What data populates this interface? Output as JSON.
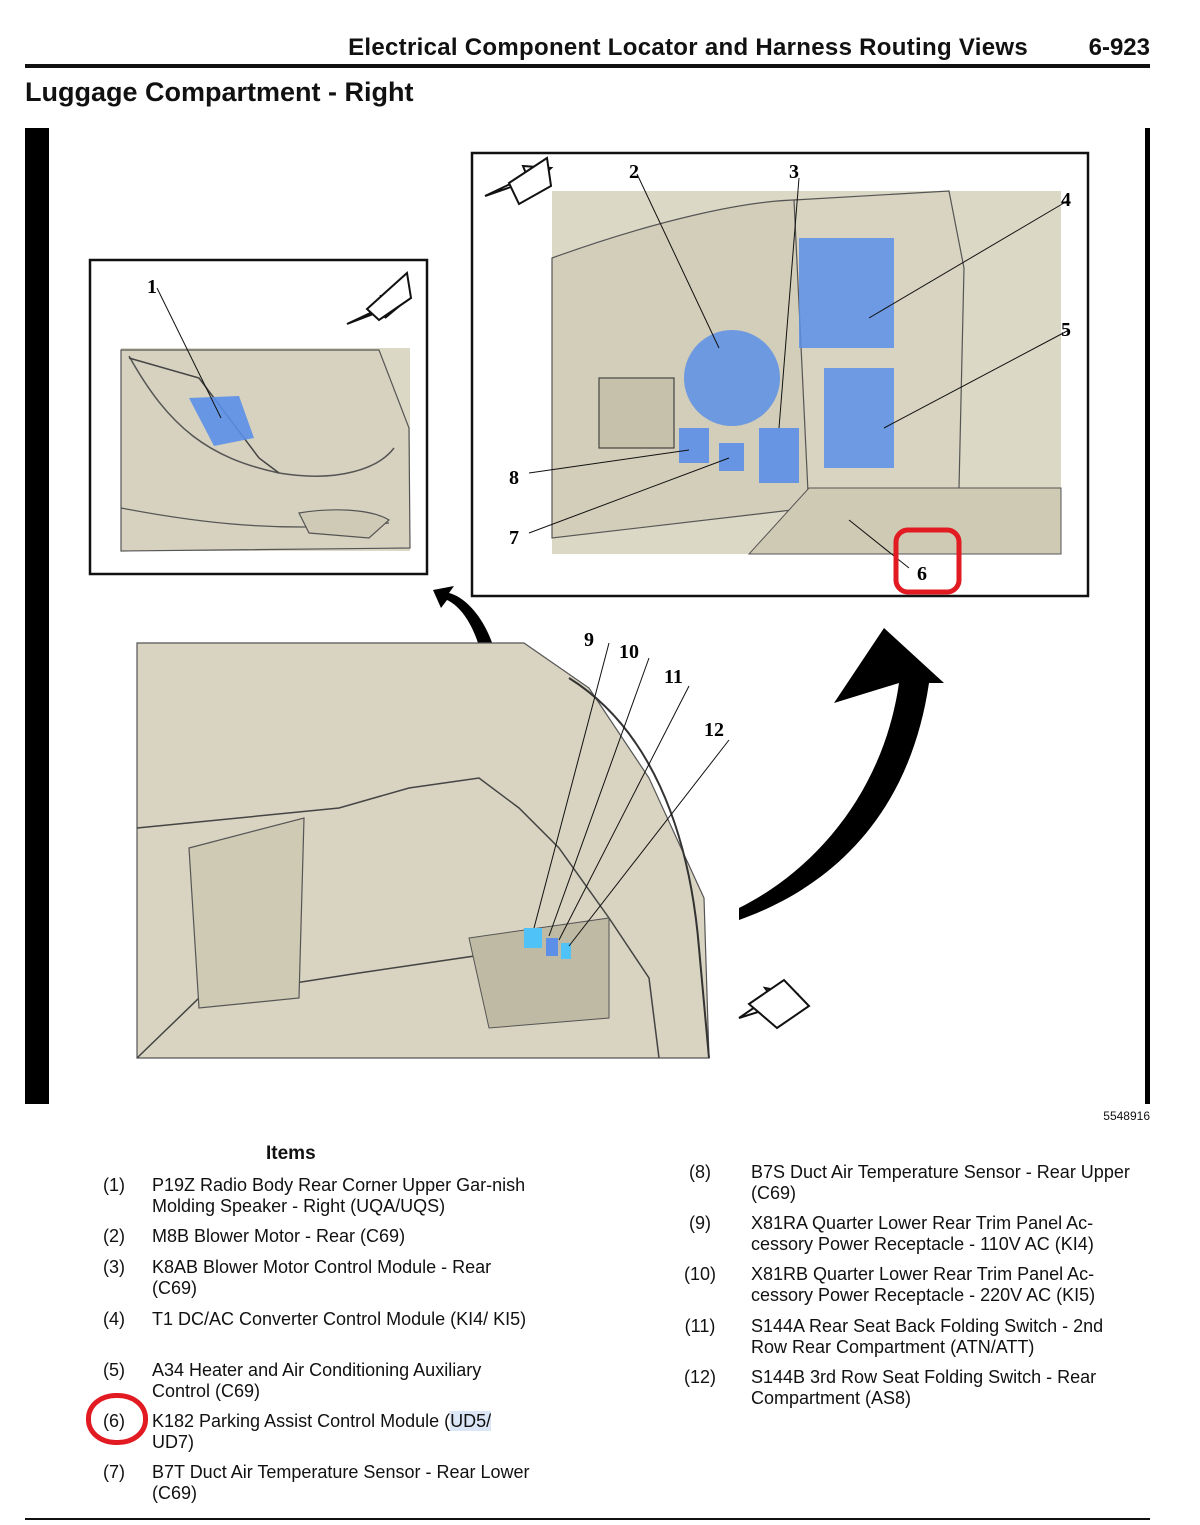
{
  "header": {
    "title": "Electrical Component Locator and Harness Routing Views",
    "page_number": "6-923"
  },
  "section_title": "Luggage Compartment - Right",
  "figure": {
    "id": "5548916",
    "callouts": [
      "1",
      "2",
      "3",
      "4",
      "5",
      "6",
      "7",
      "8",
      "9",
      "10",
      "11",
      "12"
    ],
    "highlight_color": "#5b8fe8",
    "annotation_color": "#e21b23"
  },
  "items_heading": "Items",
  "items": [
    {
      "num": "(1)",
      "text": "P19Z Radio Body Rear Corner Upper Gar-nish Molding Speaker - Right (UQA/UQS)"
    },
    {
      "num": "(2)",
      "text": "M8B Blower Motor - Rear (C69)"
    },
    {
      "num": "(3)",
      "text": "K8AB Blower Motor Control Module - Rear (C69)"
    },
    {
      "num": "(4)",
      "text": "T1 DC/AC Converter Control Module (KI4/ KI5)"
    },
    {
      "num": "(5)",
      "text": "A34 Heater and Air Conditioning Auxiliary Control (C69)"
    },
    {
      "num": "(6)",
      "text_main": "K182 Parking Assist Control Module (",
      "text_highlight": "UD5/",
      "text_end": "UD7)"
    },
    {
      "num": "(7)",
      "text": "B7T Duct Air Temperature Sensor - Rear Lower (C69)"
    },
    {
      "num": "(8)",
      "text": "B7S Duct Air Temperature Sensor - Rear Upper (C69)"
    },
    {
      "num": "(9)",
      "text": "X81RA Quarter Lower Rear Trim Panel Ac-cessory Power Receptacle - 110V AC (KI4)"
    },
    {
      "num": "(10)",
      "text": "X81RB Quarter Lower Rear Trim Panel Ac-cessory Power Receptacle - 220V AC (KI5)"
    },
    {
      "num": "(11)",
      "text": "S144A Rear Seat Back Folding Switch - 2nd Row Rear Compartment (ATN/ATT)"
    },
    {
      "num": "(12)",
      "text": "S144B 3rd Row Seat Folding Switch - Rear Compartment (AS8)"
    }
  ]
}
